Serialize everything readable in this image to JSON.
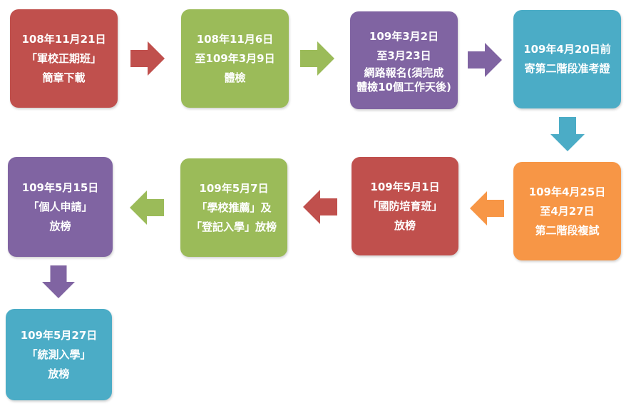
{
  "colors": {
    "red": "#c0504d",
    "green": "#9bbb59",
    "purple": "#8064a2",
    "teal": "#4bacc6",
    "orange": "#f79646"
  },
  "steps": [
    {
      "color": "red",
      "lines": [
        "108年11月21日",
        "「軍校正期班」",
        "簡章下載"
      ]
    },
    {
      "color": "green",
      "lines": [
        "108年11月6日",
        "至109年3月9日",
        "體檢"
      ]
    },
    {
      "color": "purple",
      "lines": [
        "109年3月2日",
        "至3月23日",
        "網路報名(須完成",
        "體檢10個工作天後)"
      ]
    },
    {
      "color": "teal",
      "lines": [
        "109年4月20日前",
        "寄第二階段准考證"
      ]
    },
    {
      "color": "orange",
      "lines": [
        "109年4月25日",
        "至4月27日",
        "第二階段複試"
      ]
    },
    {
      "color": "red",
      "lines": [
        "109年5月1日",
        "「國防培育班」",
        "放榜"
      ]
    },
    {
      "color": "green",
      "lines": [
        "109年5月7日",
        "「學校推薦」及",
        "「登記入學」放榜"
      ]
    },
    {
      "color": "purple",
      "lines": [
        "109年5月15日",
        "「個人申請」",
        "放榜"
      ]
    },
    {
      "color": "teal",
      "lines": [
        "109年5月27日",
        "「統測入學」",
        "放榜"
      ]
    }
  ],
  "arrows": [
    {
      "color": "red",
      "direction": "right"
    },
    {
      "color": "green",
      "direction": "right"
    },
    {
      "color": "purple",
      "direction": "right"
    },
    {
      "color": "teal",
      "direction": "down"
    },
    {
      "color": "orange",
      "direction": "left"
    },
    {
      "color": "red",
      "direction": "left"
    },
    {
      "color": "green",
      "direction": "left"
    },
    {
      "color": "purple",
      "direction": "down"
    }
  ]
}
